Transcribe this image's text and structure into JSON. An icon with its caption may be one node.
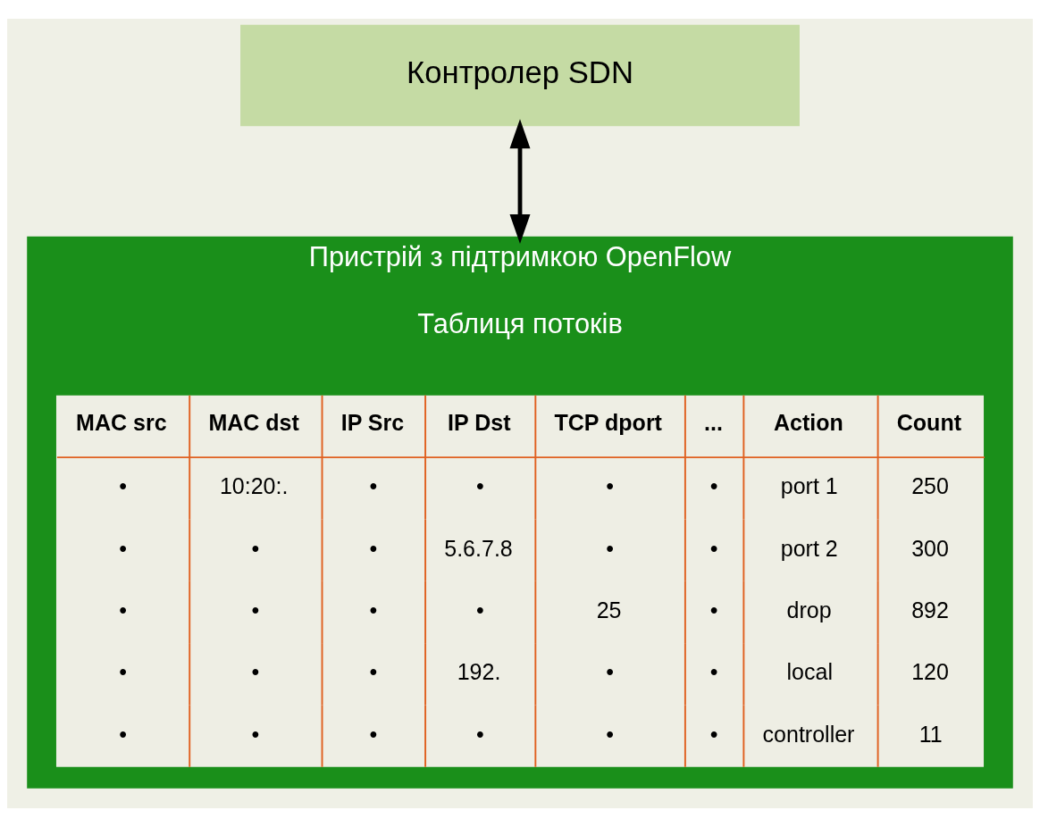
{
  "diagram": {
    "nodes": [
      {
        "text": [
          "Контролер SDN"
        ]
      },
      {
        "text": [
          "Пристрій з підтримкою OpenFlow"
        ]
      },
      {
        "text": [
          "Таблиця потоків"
        ],
        "in": 1
      }
    ],
    "edges": [
      {
        "from": 0,
        "to": 1,
        "arrow": "both"
      }
    ],
    "labels": [
      "MAC src",
      "MAC dst",
      "IP Src",
      "IP Dst",
      "TCP dport",
      "...",
      "Action",
      "Count",
      "•",
      "10:20:.",
      "•",
      "•",
      "•",
      "•",
      "port 1",
      "250",
      "•",
      "•",
      "•",
      "5.6.7.8",
      "•",
      "•",
      "port 2",
      "300",
      "•",
      "•",
      "•",
      "•",
      "25",
      "•",
      "drop",
      "892",
      "•",
      "•",
      "•",
      "192.",
      "•",
      "•",
      "local",
      "120",
      "•",
      "•",
      "•",
      "•",
      "•",
      "•",
      "controller",
      "11"
    ]
  }
}
